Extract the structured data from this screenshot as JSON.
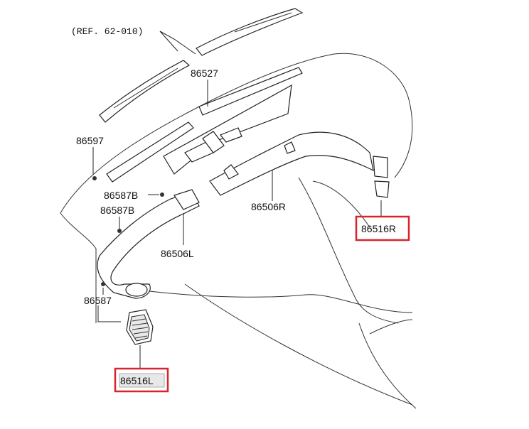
{
  "reference": "(REF. 62-010)",
  "parts": {
    "p86527": "86527",
    "p86597": "86597",
    "p86587B_a": "86587B",
    "p86587B_b": "86587B",
    "p86506R": "86506R",
    "p86506L": "86506L",
    "p86587": "86587",
    "p86516R": "86516R",
    "p86516L": "86516L"
  },
  "highlight_color": "#d8242c"
}
